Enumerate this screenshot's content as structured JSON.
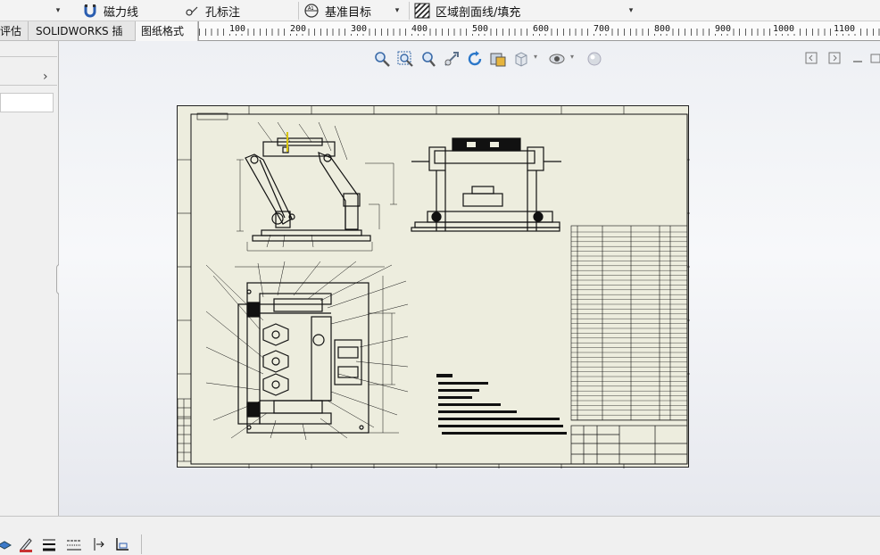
{
  "toolbar": {
    "magnetic_line": "磁力线",
    "hole_callout": "孔标注",
    "datum_target": "基准目标",
    "area_hatch": "区域剖面线/填充"
  },
  "tabs": {
    "evaluate": "评估",
    "solidworks_addins": "SOLIDWORKS 插件",
    "sheet_format": "图纸格式"
  },
  "ruler": {
    "labels": [
      "100",
      "200",
      "300",
      "400",
      "500",
      "600",
      "700",
      "800",
      "900",
      "1000",
      "1100"
    ]
  },
  "icons": {
    "zoom_to_fit": "zoom-to-fit-icon",
    "zoom_area": "zoom-area-icon",
    "zoom_in_out": "zoom-in-out-icon",
    "pan": "pan-icon",
    "rotate": "rotate-icon",
    "section": "section-view-icon",
    "display_style": "display-style-icon",
    "hide_show": "hide-show-icon",
    "appearance": "appearance-icon"
  },
  "colors": {
    "sheet_bg": "#ededde",
    "line": "#111111",
    "accent": "#2a5db0"
  }
}
